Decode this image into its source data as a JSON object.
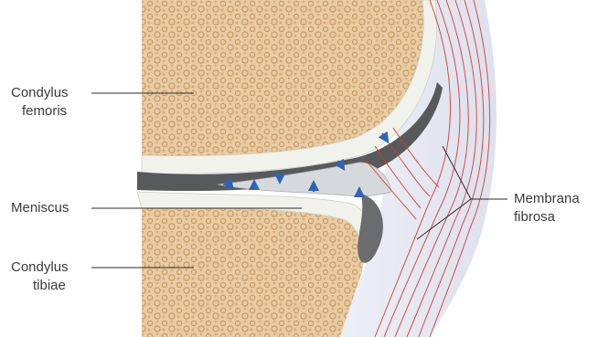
{
  "labels": {
    "condylus_femoris": [
      "Condylus",
      "femoris"
    ],
    "meniscus": "Meniscus",
    "condylus_tibiae": [
      "Condylus",
      "tibiae"
    ],
    "membrana_fibrosa": [
      "Membrana",
      "fibrosa"
    ]
  },
  "colors": {
    "bone": "#e9cca3",
    "bone_trabecula": "#c89a66",
    "cartilage": "#f1f2ec",
    "joint_space": "#58595b",
    "meniscus": "#d6d9dc",
    "capsule": "#e7e9f2",
    "fibers": "#d93a28",
    "arrows": "#2f63b6",
    "leader_lines": "#2b2b2b"
  }
}
